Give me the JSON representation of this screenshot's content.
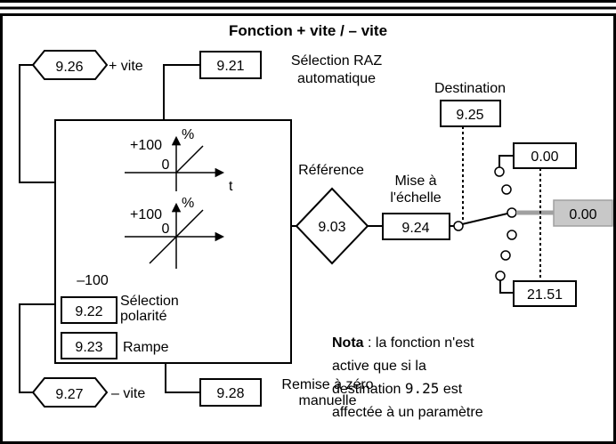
{
  "title": "Fonction + vite / – vite",
  "inputs": {
    "up_param": "9.26",
    "up_label": "+ vite",
    "down_param": "9.27",
    "down_label": "– vite"
  },
  "auto_reset": {
    "param": "9.21",
    "label_line1": "Sélection RAZ",
    "label_line2": "automatique"
  },
  "graph1": {
    "y_max": "+100",
    "unit": "%",
    "origin": "0",
    "x_axis": "t"
  },
  "graph2": {
    "y_max": "+100",
    "unit": "%",
    "origin": "0",
    "y_min": "–100"
  },
  "polarity": {
    "param": "9.22",
    "label_line1": "Sélection",
    "label_line2": "polarité"
  },
  "ramp": {
    "param": "9.23",
    "label": "Rampe"
  },
  "manual_reset": {
    "param": "9.28",
    "label_line1": "Remise à zéro",
    "label_line2": "manuelle"
  },
  "reference": {
    "label": "Référence",
    "param": "9.03"
  },
  "scaling": {
    "label_line1": "Mise à",
    "label_line2": "l'échelle",
    "param": "9.24"
  },
  "destination": {
    "label": "Destination",
    "param": "9.25"
  },
  "outputs": {
    "top_value": "0.00",
    "selected_value": "0.00",
    "bottom_value": "21.51"
  },
  "note": {
    "bold": "Nota",
    "line1": " : la fonction n'est",
    "line2": "active que si la",
    "line3_a": "destination ",
    "line3_param": "9.25",
    "line3_b": " est",
    "line4": "affectée à un paramètre"
  },
  "colors": {
    "selected_fill": "#c8c8c8",
    "selected_line": "#a0a0a0"
  }
}
